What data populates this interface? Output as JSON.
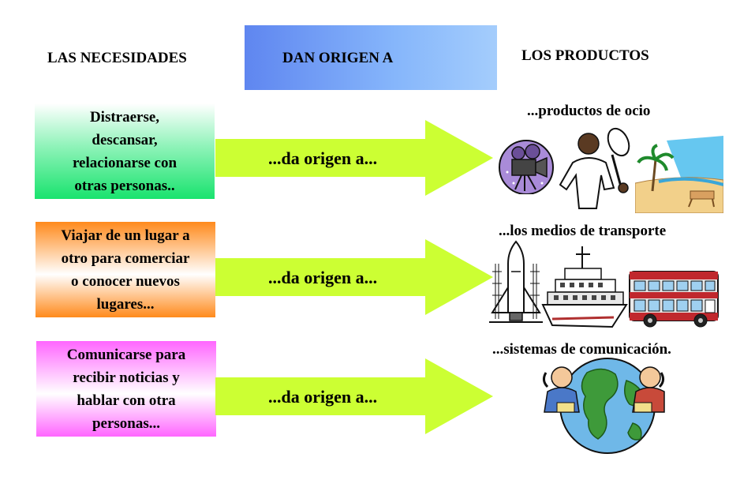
{
  "headers": {
    "left": "LAS NECESIDADES",
    "middle": "DAN ORIGEN A",
    "right": "LOS PRODUCTOS"
  },
  "rows": [
    {
      "need_lines": [
        "Distraerse,",
        "descansar,",
        "relacionarse con",
        "otras personas.."
      ],
      "arrow_label": "...da origen a...",
      "product_title": "...productos de ocio",
      "icons": [
        "film-camera-icon",
        "tennis-player-icon",
        "beach-icon"
      ]
    },
    {
      "need_lines": [
        "Viajar de un lugar a",
        "otro para comerciar",
        "o conocer nuevos",
        "lugares..."
      ],
      "arrow_label": "...da origen a...",
      "product_title": "...los medios de transporte",
      "icons": [
        "space-shuttle-icon",
        "ship-icon",
        "bus-icon"
      ]
    },
    {
      "need_lines": [
        "Comunicarse para",
        "recibir noticias y",
        "hablar con otra",
        "personas..."
      ],
      "arrow_label": "...da origen a...",
      "product_title": "...sistemas de comunicación.",
      "icons": [
        "globe-with-telephones-icon"
      ]
    }
  ],
  "colors": {
    "arrow": "#ccff33",
    "header_box": "#6a93f2",
    "need_1": "#19e36e",
    "need_2": "#ff8a1c",
    "need_3": "#ff66ff"
  }
}
